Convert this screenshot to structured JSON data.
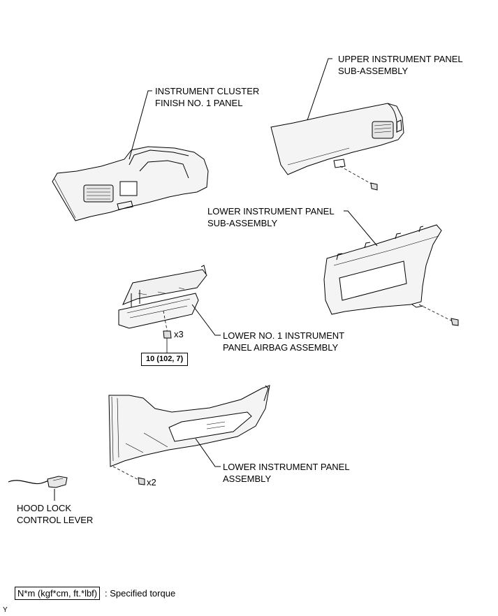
{
  "labels": {
    "instrument_cluster": [
      "INSTRUMENT CLUSTER",
      "FINISH NO. 1 PANEL"
    ],
    "upper_panel": [
      "UPPER INSTRUMENT PANEL",
      "SUB-ASSEMBLY"
    ],
    "lower_panel_sub": [
      "LOWER INSTRUMENT PANEL",
      "SUB-ASSEMBLY"
    ],
    "airbag": [
      "LOWER NO. 1 INSTRUMENT",
      "PANEL AIRBAG ASSEMBLY"
    ],
    "lower_panel_assy": [
      "LOWER INSTRUMENT PANEL",
      "ASSEMBLY"
    ],
    "hood_lock": [
      "HOOD LOCK",
      "CONTROL LEVER"
    ]
  },
  "quantities": {
    "airbag_bolts": "x3",
    "lower_panel_bolts": "x2"
  },
  "torque": {
    "airbag_bolt": "10 (102, 7)"
  },
  "legend": {
    "box": "N*m (kgf*cm, ft.*lbf)",
    "text": ": Specified torque"
  },
  "corner_code": "Y"
}
